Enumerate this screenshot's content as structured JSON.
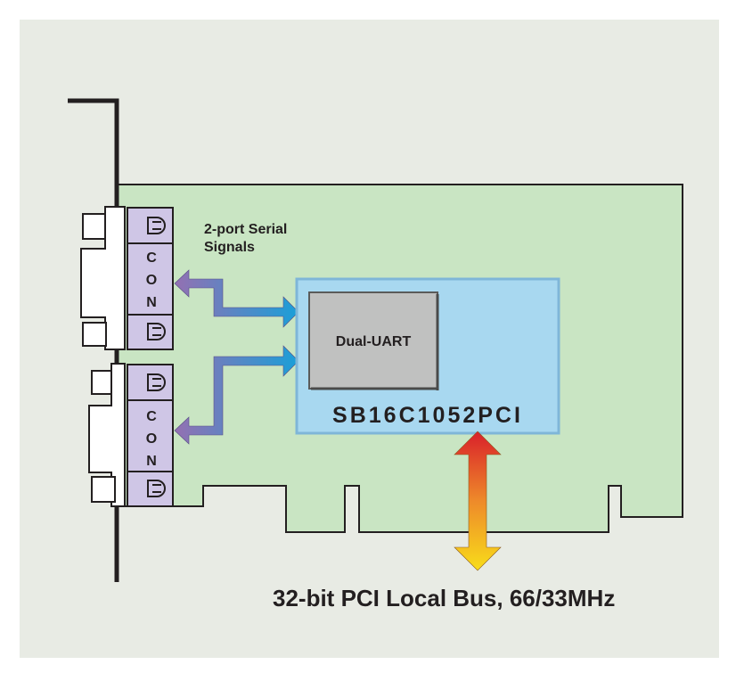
{
  "colors": {
    "background": "#e8ebe4",
    "board": "#c9e5c3",
    "chip": "#a8d8f0",
    "chip_border": "#7fb6d8",
    "uart": "#bfc0bf",
    "connector": "#cfc6e6",
    "arrow_blue": "#1a9fd8",
    "arrow_purple": "#8f72b0",
    "bus_red": "#d9202a",
    "bus_yellow": "#f6d11a"
  },
  "labels": {
    "serial_line1": "2-port Serial",
    "serial_line2": "Signals",
    "uart": "Dual-UART",
    "chip": "SB16C1052PCI",
    "bus": "32-bit PCI Local Bus, 66/33MHz"
  },
  "connectors": [
    {
      "letters": [
        "C",
        "O",
        "N"
      ]
    },
    {
      "letters": [
        "C",
        "O",
        "N"
      ]
    }
  ]
}
